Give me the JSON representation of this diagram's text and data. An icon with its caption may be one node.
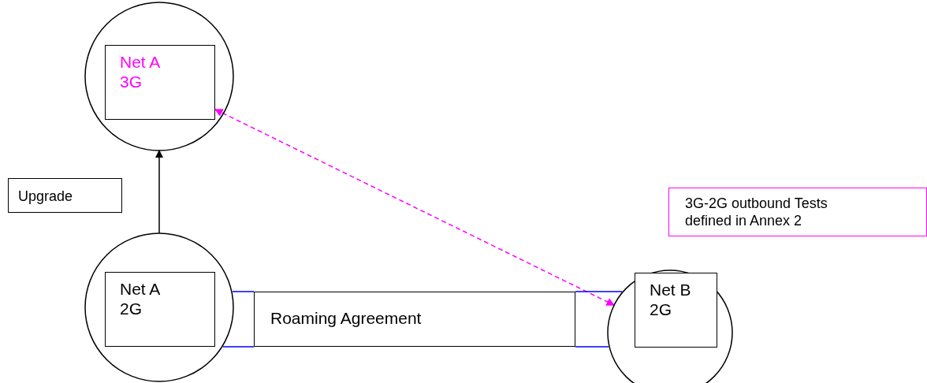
{
  "diagram": {
    "nodes": [
      {
        "text": [],
        "shape": "circle"
      },
      {
        "text": [
          "Net A 3G"
        ],
        "in": 0
      },
      {
        "text": [
          "Upgrade"
        ]
      },
      {
        "text": [],
        "shape": "circle"
      },
      {
        "text": [
          "Net A 2G"
        ],
        "in": 3
      },
      {
        "text": [
          "Roaming Agreement"
        ]
      },
      {
        "text": [],
        "shape": "circle"
      },
      {
        "text": [
          "Net B 2G"
        ],
        "in": 6
      },
      {
        "text": [
          "3G-2G outbound Tests defined in Annex 2"
        ]
      }
    ],
    "edges": [
      {
        "from": 3,
        "to": 0,
        "arrow": "to",
        "color": "#000000"
      },
      {
        "from": 1,
        "to": 6,
        "arrow": "both",
        "style": "dashed",
        "color": "#ff00ff"
      },
      {
        "from": 3,
        "to": 5,
        "arrow": "none",
        "color": "#0000ff"
      },
      {
        "from": 5,
        "to": 6,
        "arrow": "none",
        "color": "#0000ff"
      },
      {
        "from": 3,
        "to": 5,
        "arrow": "none",
        "color": "#0000ff"
      },
      {
        "from": 5,
        "to": 6,
        "arrow": "none",
        "color": "#0000ff"
      }
    ]
  }
}
